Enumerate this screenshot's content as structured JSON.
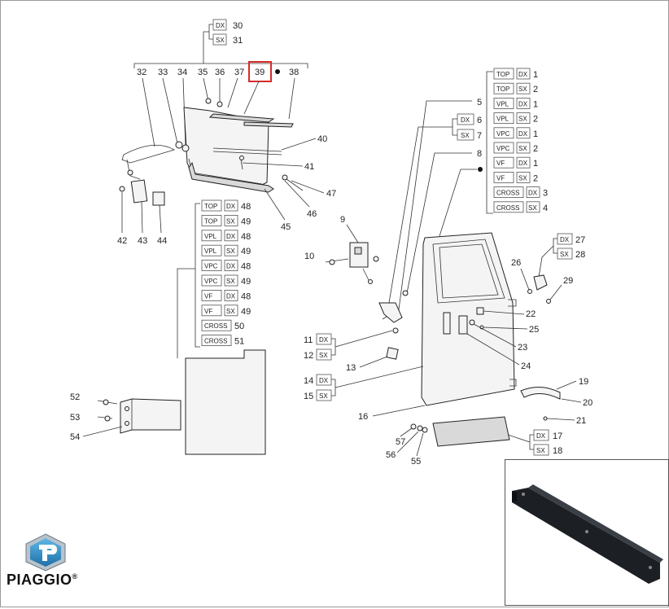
{
  "brand": {
    "name": "PIAGGIO",
    "mark": "®"
  },
  "highlight": {
    "label": "39",
    "color": "#d92b2b"
  },
  "top_bracket": {
    "boxes": [
      [
        "DX",
        "30"
      ],
      [
        "SX",
        "31"
      ]
    ],
    "callouts": [
      "32",
      "33",
      "34",
      "35",
      "36",
      "37",
      "39",
      "38"
    ]
  },
  "right_list": [
    [
      "TOP",
      "DX",
      "1"
    ],
    [
      "TOP",
      "SX",
      "2"
    ],
    [
      "VPL",
      "DX",
      "1"
    ],
    [
      "VPL",
      "SX",
      "2"
    ],
    [
      "VPC",
      "DX",
      "1"
    ],
    [
      "VPC",
      "SX",
      "2"
    ],
    [
      "VF",
      "DX",
      "1"
    ],
    [
      "VF",
      "SX",
      "2"
    ],
    [
      "CROSS",
      "DX",
      "3"
    ],
    [
      "CROSS",
      "SX",
      "4"
    ]
  ],
  "mid_list": [
    [
      "TOP",
      "DX",
      "48"
    ],
    [
      "TOP",
      "SX",
      "49"
    ],
    [
      "VPL",
      "DX",
      "48"
    ],
    [
      "VPL",
      "SX",
      "49"
    ],
    [
      "VPC",
      "DX",
      "48"
    ],
    [
      "VPC",
      "SX",
      "49"
    ],
    [
      "VF",
      "DX",
      "48"
    ],
    [
      "VF",
      "SX",
      "49"
    ],
    [
      "CROSS",
      "",
      "50"
    ],
    [
      "CROSS",
      "",
      "51"
    ]
  ],
  "dxsx_pairs": {
    "p6_7": [
      [
        "DX",
        "6"
      ],
      [
        "SX",
        "7"
      ]
    ],
    "p27_28": [
      [
        "DX",
        "27"
      ],
      [
        "SX",
        "28"
      ]
    ],
    "p11_12": [
      [
        "DX",
        "11"
      ],
      [
        "SX",
        "12"
      ]
    ],
    "p14_15": [
      [
        "DX",
        "14"
      ],
      [
        "SX",
        "15"
      ]
    ],
    "p17_18": [
      [
        "DX",
        "17"
      ],
      [
        "SX",
        "18"
      ]
    ]
  },
  "labels": {
    "n5": "5",
    "n8": "8",
    "n9": "9",
    "n10": "10",
    "n13": "13",
    "n16": "16",
    "n19": "19",
    "n20": "20",
    "n21": "21",
    "n22": "22",
    "n23": "23",
    "n24": "24",
    "n25": "25",
    "n26": "26",
    "n29": "29",
    "n40": "40",
    "n41": "41",
    "n42": "42",
    "n43": "43",
    "n44": "44",
    "n45": "45",
    "n46": "46",
    "n47": "47",
    "n52": "52",
    "n53": "53",
    "n54": "54",
    "n55": "55",
    "n56": "56",
    "n57": "57"
  }
}
